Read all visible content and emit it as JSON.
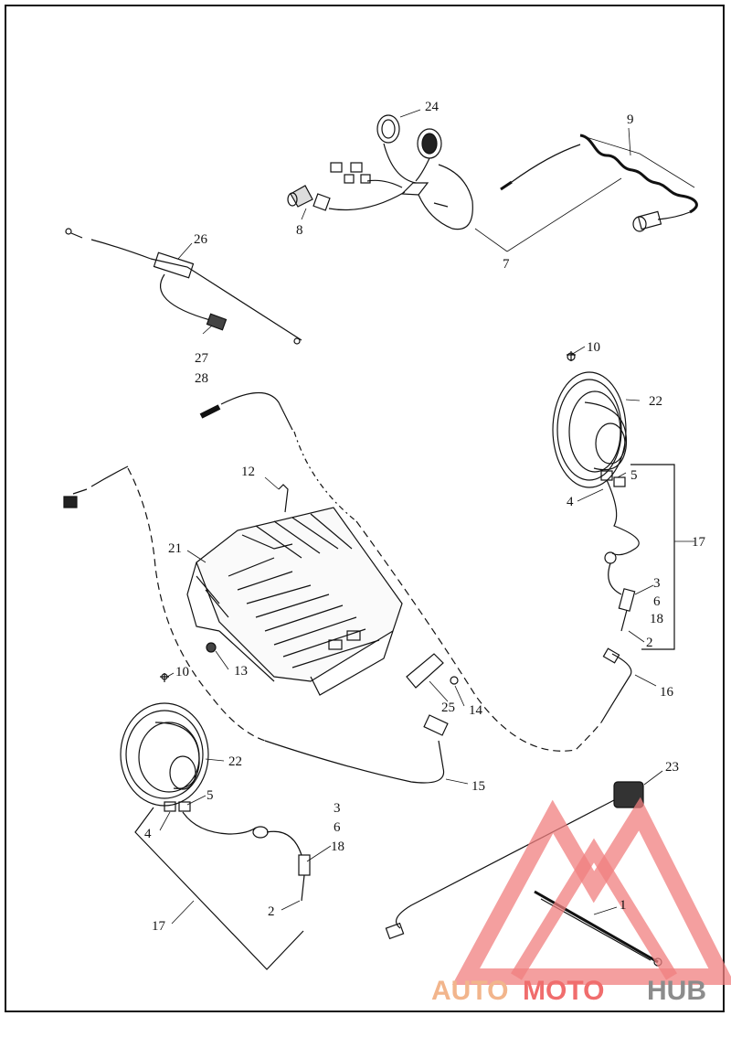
{
  "diagram": {
    "callouts": [
      {
        "id": "c24",
        "text": "24"
      },
      {
        "id": "c9",
        "text": "9"
      },
      {
        "id": "c8",
        "text": "8"
      },
      {
        "id": "c7",
        "text": "7"
      },
      {
        "id": "c26",
        "text": "26"
      },
      {
        "id": "c27",
        "text": "27"
      },
      {
        "id": "c28",
        "text": "28"
      },
      {
        "id": "c10a",
        "text": "10"
      },
      {
        "id": "c22a",
        "text": "22"
      },
      {
        "id": "c12",
        "text": "12"
      },
      {
        "id": "c5a",
        "text": "5"
      },
      {
        "id": "c4a",
        "text": "4"
      },
      {
        "id": "c21",
        "text": "21"
      },
      {
        "id": "c17a",
        "text": "17"
      },
      {
        "id": "c3a",
        "text": "3"
      },
      {
        "id": "c6a",
        "text": "6"
      },
      {
        "id": "c18a",
        "text": "18"
      },
      {
        "id": "c2a",
        "text": "2"
      },
      {
        "id": "c13",
        "text": "13"
      },
      {
        "id": "c10b",
        "text": "10"
      },
      {
        "id": "c16",
        "text": "16"
      },
      {
        "id": "c25",
        "text": "25"
      },
      {
        "id": "c14",
        "text": "14"
      },
      {
        "id": "c22b",
        "text": "22"
      },
      {
        "id": "c23",
        "text": "23"
      },
      {
        "id": "c15",
        "text": "15"
      },
      {
        "id": "c5b",
        "text": "5"
      },
      {
        "id": "c3b",
        "text": "3"
      },
      {
        "id": "c6b",
        "text": "6"
      },
      {
        "id": "c4b",
        "text": "4"
      },
      {
        "id": "c18b",
        "text": "18"
      },
      {
        "id": "c1",
        "text": "1"
      },
      {
        "id": "c2b",
        "text": "2"
      },
      {
        "id": "c17b",
        "text": "17"
      }
    ]
  },
  "watermark": {
    "part1": "AUTO",
    "part2": "MOTO",
    "part3": "HUB",
    "colors": {
      "auto": "#f2b58c",
      "moto": "#f06d6d",
      "hub": "#8c8c8c",
      "triangle": "#f07f7f"
    }
  }
}
